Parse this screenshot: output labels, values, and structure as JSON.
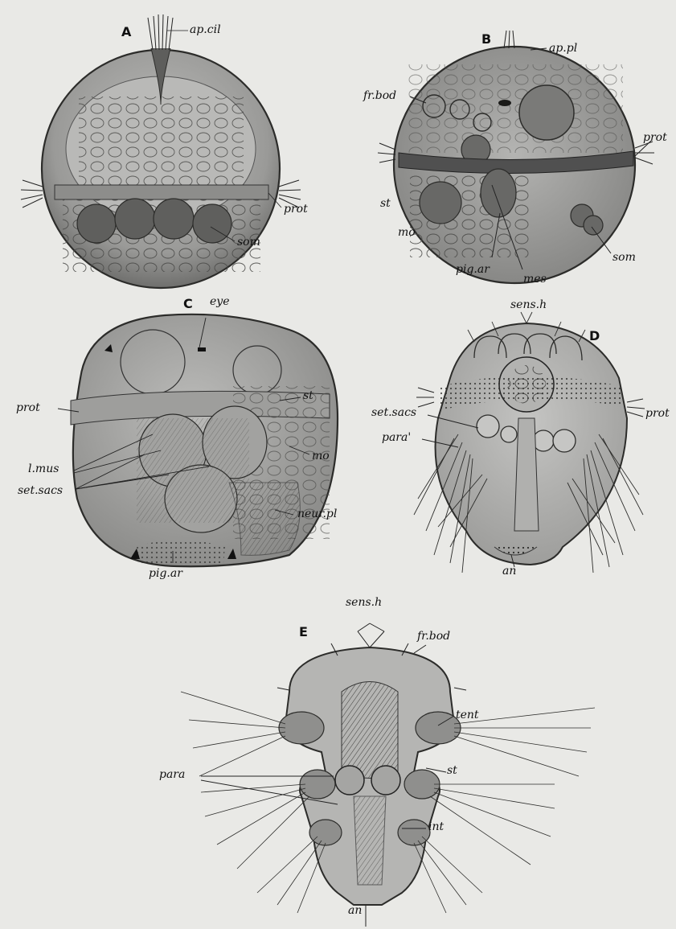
{
  "figures": {
    "A": {
      "letter": "A",
      "labels": {
        "ap_cil": "ap.cil",
        "prot": "prot",
        "som": "som"
      }
    },
    "B": {
      "letter": "B",
      "labels": {
        "ap_pl": "ap.pl",
        "fr_bod": "fr.bod",
        "prot": "prot",
        "st": "st",
        "mo": "mo",
        "som": "som",
        "pig_ar": "pig.ar",
        "mes": "mes"
      }
    },
    "C": {
      "letter": "C",
      "labels": {
        "eye": "eye",
        "st": "st",
        "prot": "prot",
        "mo": "mo",
        "l_mus": "l.mus",
        "set_sacs": "set.sacs",
        "neur_pl": "neur.pl",
        "pig_ar": "pig.ar"
      }
    },
    "D": {
      "letter": "D",
      "labels": {
        "sens_h": "sens.h",
        "prot": "prot",
        "set_sacs": "set.sacs",
        "para": "para'",
        "an": "an"
      }
    },
    "E": {
      "letter": "E",
      "labels": {
        "sens_h": "sens.h",
        "fr_bod": "fr.bod",
        "tent": "tent",
        "st": "st",
        "para": "para",
        "int": "int",
        "an": "an"
      }
    }
  }
}
